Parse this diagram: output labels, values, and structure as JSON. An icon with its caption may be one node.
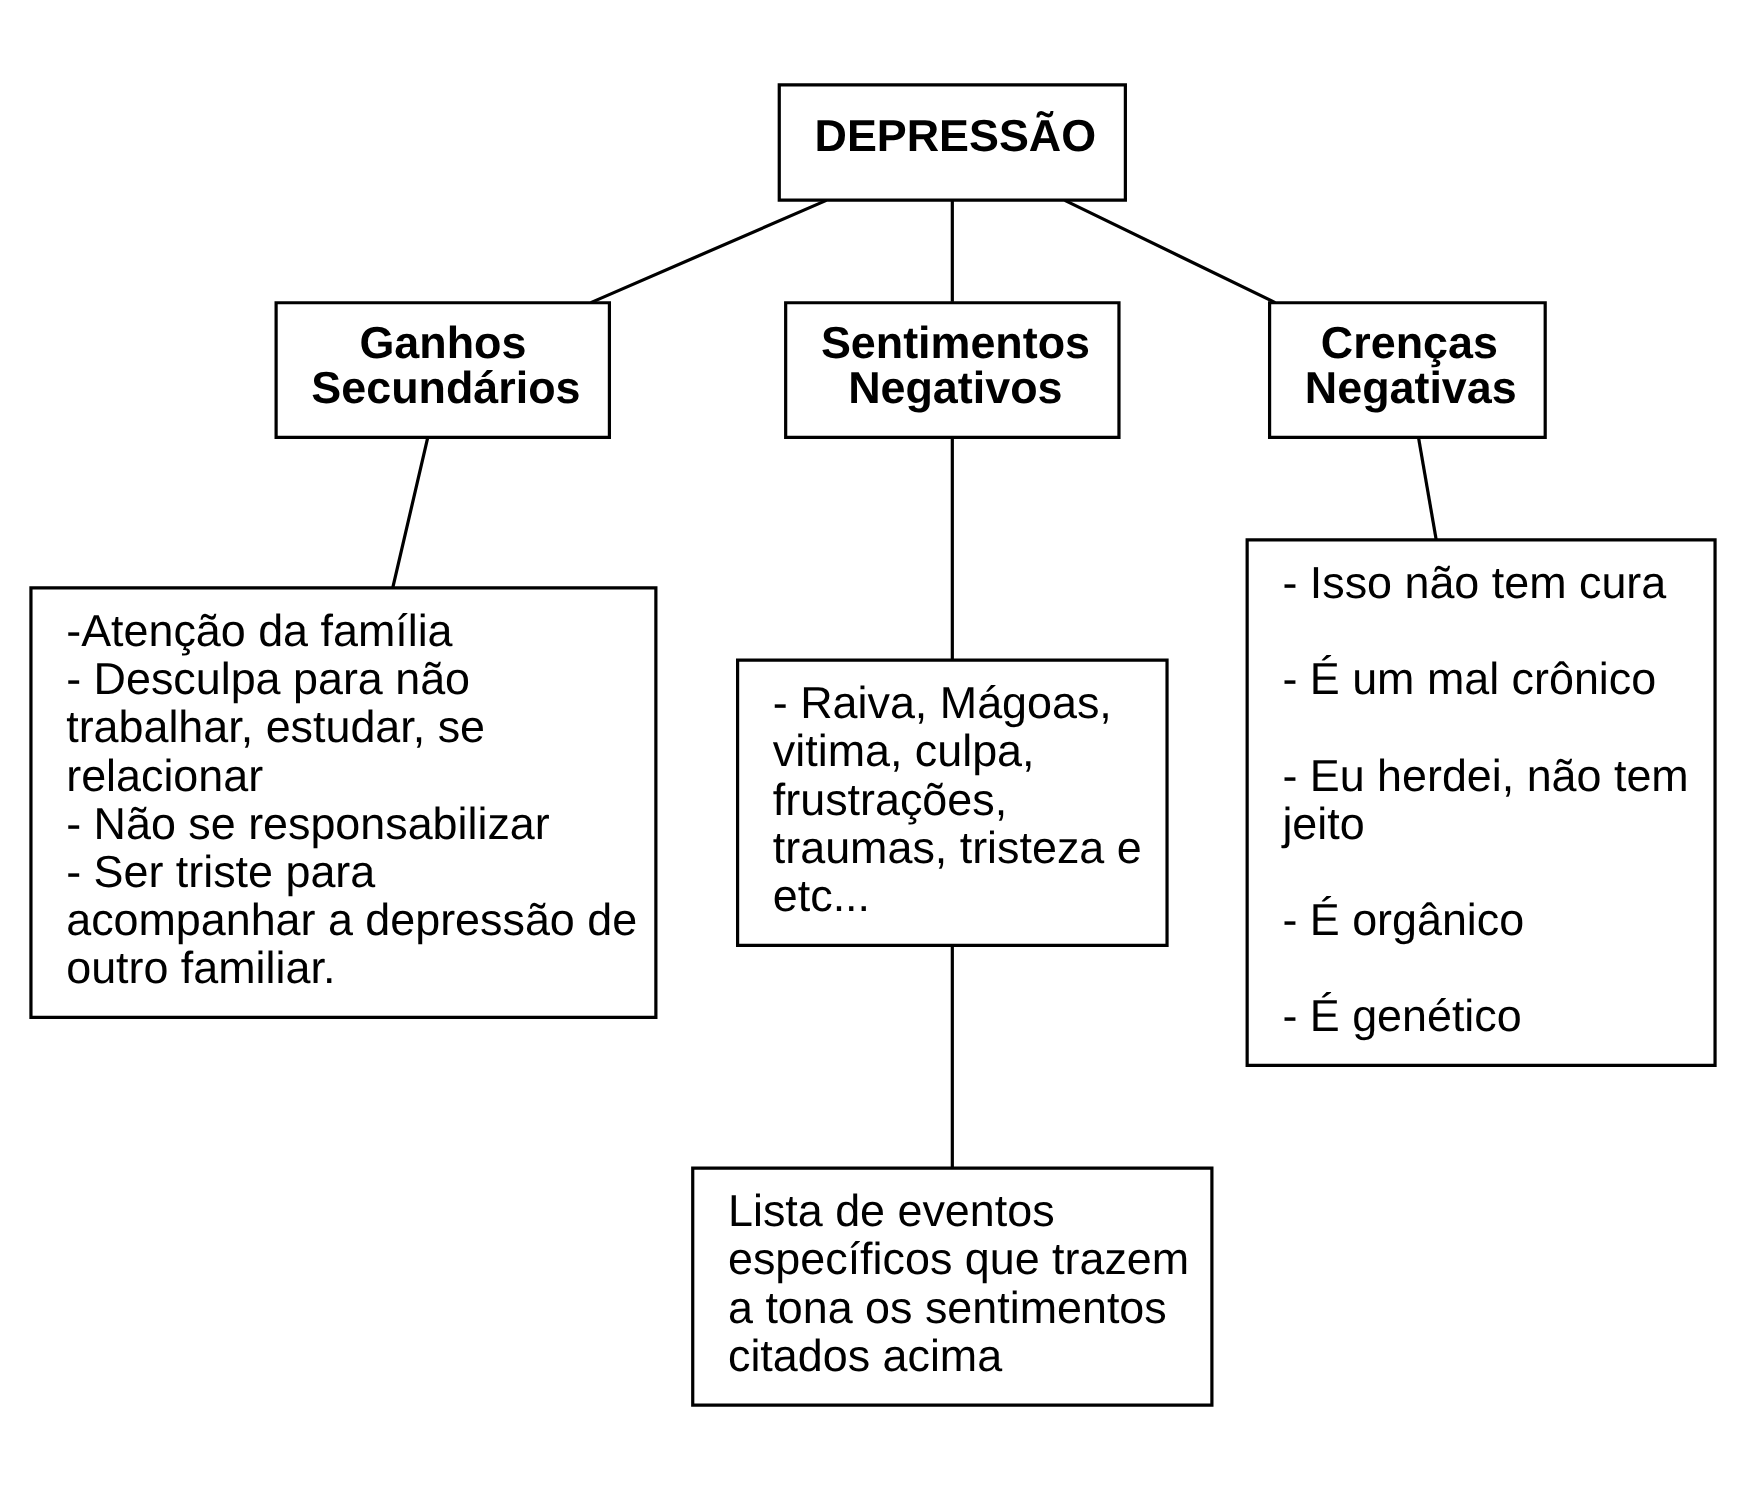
{
  "diagram": {
    "nodes": [
      {
        "text": [
          "DEPRESSÃO"
        ]
      },
      {
        "text": [
          "Ganhos Secundários"
        ]
      },
      {
        "text": [
          "Sentimentos Negativos"
        ]
      },
      {
        "text": [
          "Crenças Negativas"
        ]
      },
      {
        "text": [
          "-Atenção da família",
          "- Desculpa para não trabalhar, estudar, se relacionar",
          "- Não se responsabilizar",
          "- Ser triste para acompanhar a depressão de outro familiar."
        ]
      },
      {
        "text": [
          "- Raiva, Mágoas, vitima, culpa, frustrações, traumas, tristeza e etc..."
        ]
      },
      {
        "text": [
          "Lista de eventos específicos que trazem a tona os sentimentos citados acima"
        ]
      },
      {
        "text": [
          "- Isso não tem cura",
          "- É um mal crônico",
          "- Eu herdei, não tem jeito",
          "- É orgânico",
          "- É genético"
        ]
      }
    ],
    "edges": [
      {
        "from": 0,
        "to": 1,
        "arrow": "none"
      },
      {
        "from": 0,
        "to": 2,
        "arrow": "none"
      },
      {
        "from": 0,
        "to": 3,
        "arrow": "none"
      },
      {
        "from": 1,
        "to": 4,
        "arrow": "none"
      },
      {
        "from": 2,
        "to": 5,
        "arrow": "none"
      },
      {
        "from": 5,
        "to": 6,
        "arrow": "none"
      },
      {
        "from": 3,
        "to": 7,
        "arrow": "none"
      }
    ]
  }
}
